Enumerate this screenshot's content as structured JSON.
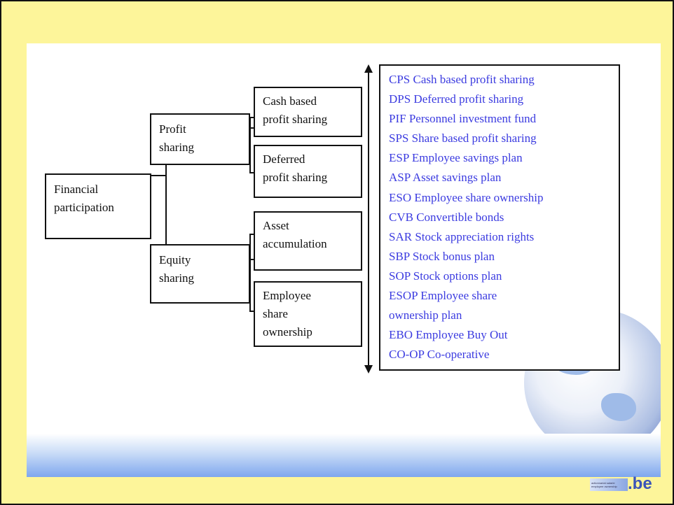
{
  "diagram": {
    "root": [
      "Financial",
      "participation"
    ],
    "profit_sharing": [
      "Profit",
      "sharing"
    ],
    "equity_sharing": [
      "Equity",
      "sharing"
    ],
    "cash_based": [
      "Cash based",
      "profit sharing"
    ],
    "deferred": [
      "Deferred",
      "profit sharing"
    ],
    "asset_accumulation": [
      "Asset",
      "accumulation"
    ],
    "employee_share": [
      "Employee",
      "share",
      "ownership"
    ]
  },
  "list": [
    "CPS Cash based profit sharing",
    "DPS Deferred profit sharing",
    "PIF Personnel investment fund",
    "SPS Share based profit sharing",
    "ESP Employee savings plan",
    "ASP Asset savings plan",
    "ESO Employee share ownership",
    "CVB Convertible bonds",
    "SAR Stock appreciation rights",
    "SBP Stock bonus plan",
    "SOP Stock options plan",
    "ESOP Employee share",
    "ownership plan",
    "EBO Employee Buy Out",
    "CO-OP Co-operative"
  ],
  "logo": {
    "small_line1": "actionnariat salarie",
    "small_line2": "employee ownership",
    "brand": ".be"
  },
  "colors": {
    "frame_bg": "#fdf59a",
    "list_text": "#3b3be0",
    "box_border": "#111111"
  },
  "icons": [
    "globe-image",
    "logo-image"
  ]
}
